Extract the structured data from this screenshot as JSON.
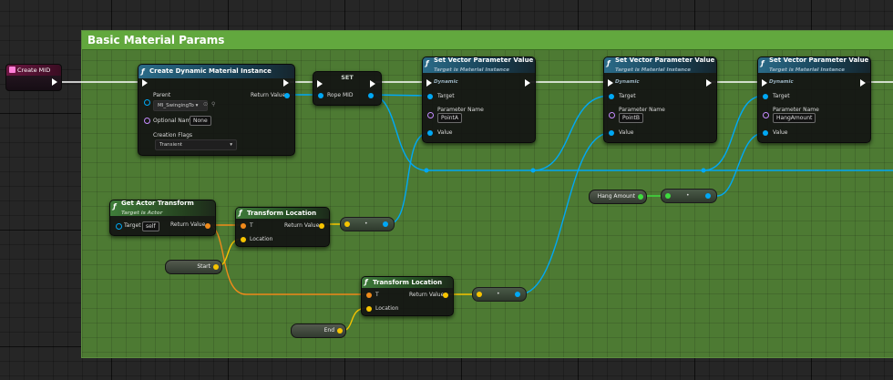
{
  "comment": {
    "title": "Basic Material Params",
    "color": "#62a83e"
  },
  "event_node": {
    "title": "Create MID"
  },
  "create_dmi": {
    "title": "Create Dynamic Material Instance",
    "parent_label": "Parent",
    "parent_value": "MI_SwingingTo",
    "return_label": "Return Value",
    "optional_name_label": "Optional Name",
    "optional_name_value": "None",
    "creation_flags_label": "Creation Flags",
    "creation_flags_value": "Transient"
  },
  "set_node": {
    "title": "SET",
    "pin_label": "Rope MID"
  },
  "set_vector_nodes": [
    {
      "title": "Set Vector Parameter Value",
      "subtitle": "Target is Material Instance Dynamic",
      "target_label": "Target",
      "param_name_label": "Parameter Name",
      "param_value": "PointA",
      "value_label": "Value"
    },
    {
      "title": "Set Vector Parameter Value",
      "subtitle": "Target is Material Instance Dynamic",
      "target_label": "Target",
      "param_name_label": "Parameter Name",
      "param_value": "PointB",
      "value_label": "Value"
    },
    {
      "title": "Set Vector Parameter Value",
      "subtitle": "Target is Material Instance Dynamic",
      "target_label": "Target",
      "param_name_label": "Parameter Name",
      "param_value": "HangAmount",
      "value_label": "Value"
    }
  ],
  "get_actor_transform": {
    "title": "Get Actor Transform",
    "subtitle": "Target is Actor",
    "target_label": "Target",
    "target_value": "self",
    "return_label": "Return Value"
  },
  "transform_location_1": {
    "title": "Transform Location",
    "t_label": "T",
    "return_label": "Return Value",
    "location_label": "Location"
  },
  "transform_location_2": {
    "title": "Transform Location",
    "t_label": "T",
    "return_label": "Return Value",
    "location_label": "Location"
  },
  "variables": {
    "start": "Start",
    "end": "End",
    "hang_amount": "Hang Amount"
  },
  "reroute_labels": {
    "convert": "•"
  },
  "icons": {
    "function": "ƒ",
    "event": "event-icon",
    "dropdown": "▾",
    "browse": "⊙",
    "search": "⚲"
  },
  "colors": {
    "object_pin": "#00a8f4",
    "vector_pin": "#f7c400",
    "transform_pin": "#f08a1a",
    "float_pin": "#3edc3e",
    "name_pin": "#c58bff",
    "exec": "#ffffff"
  }
}
